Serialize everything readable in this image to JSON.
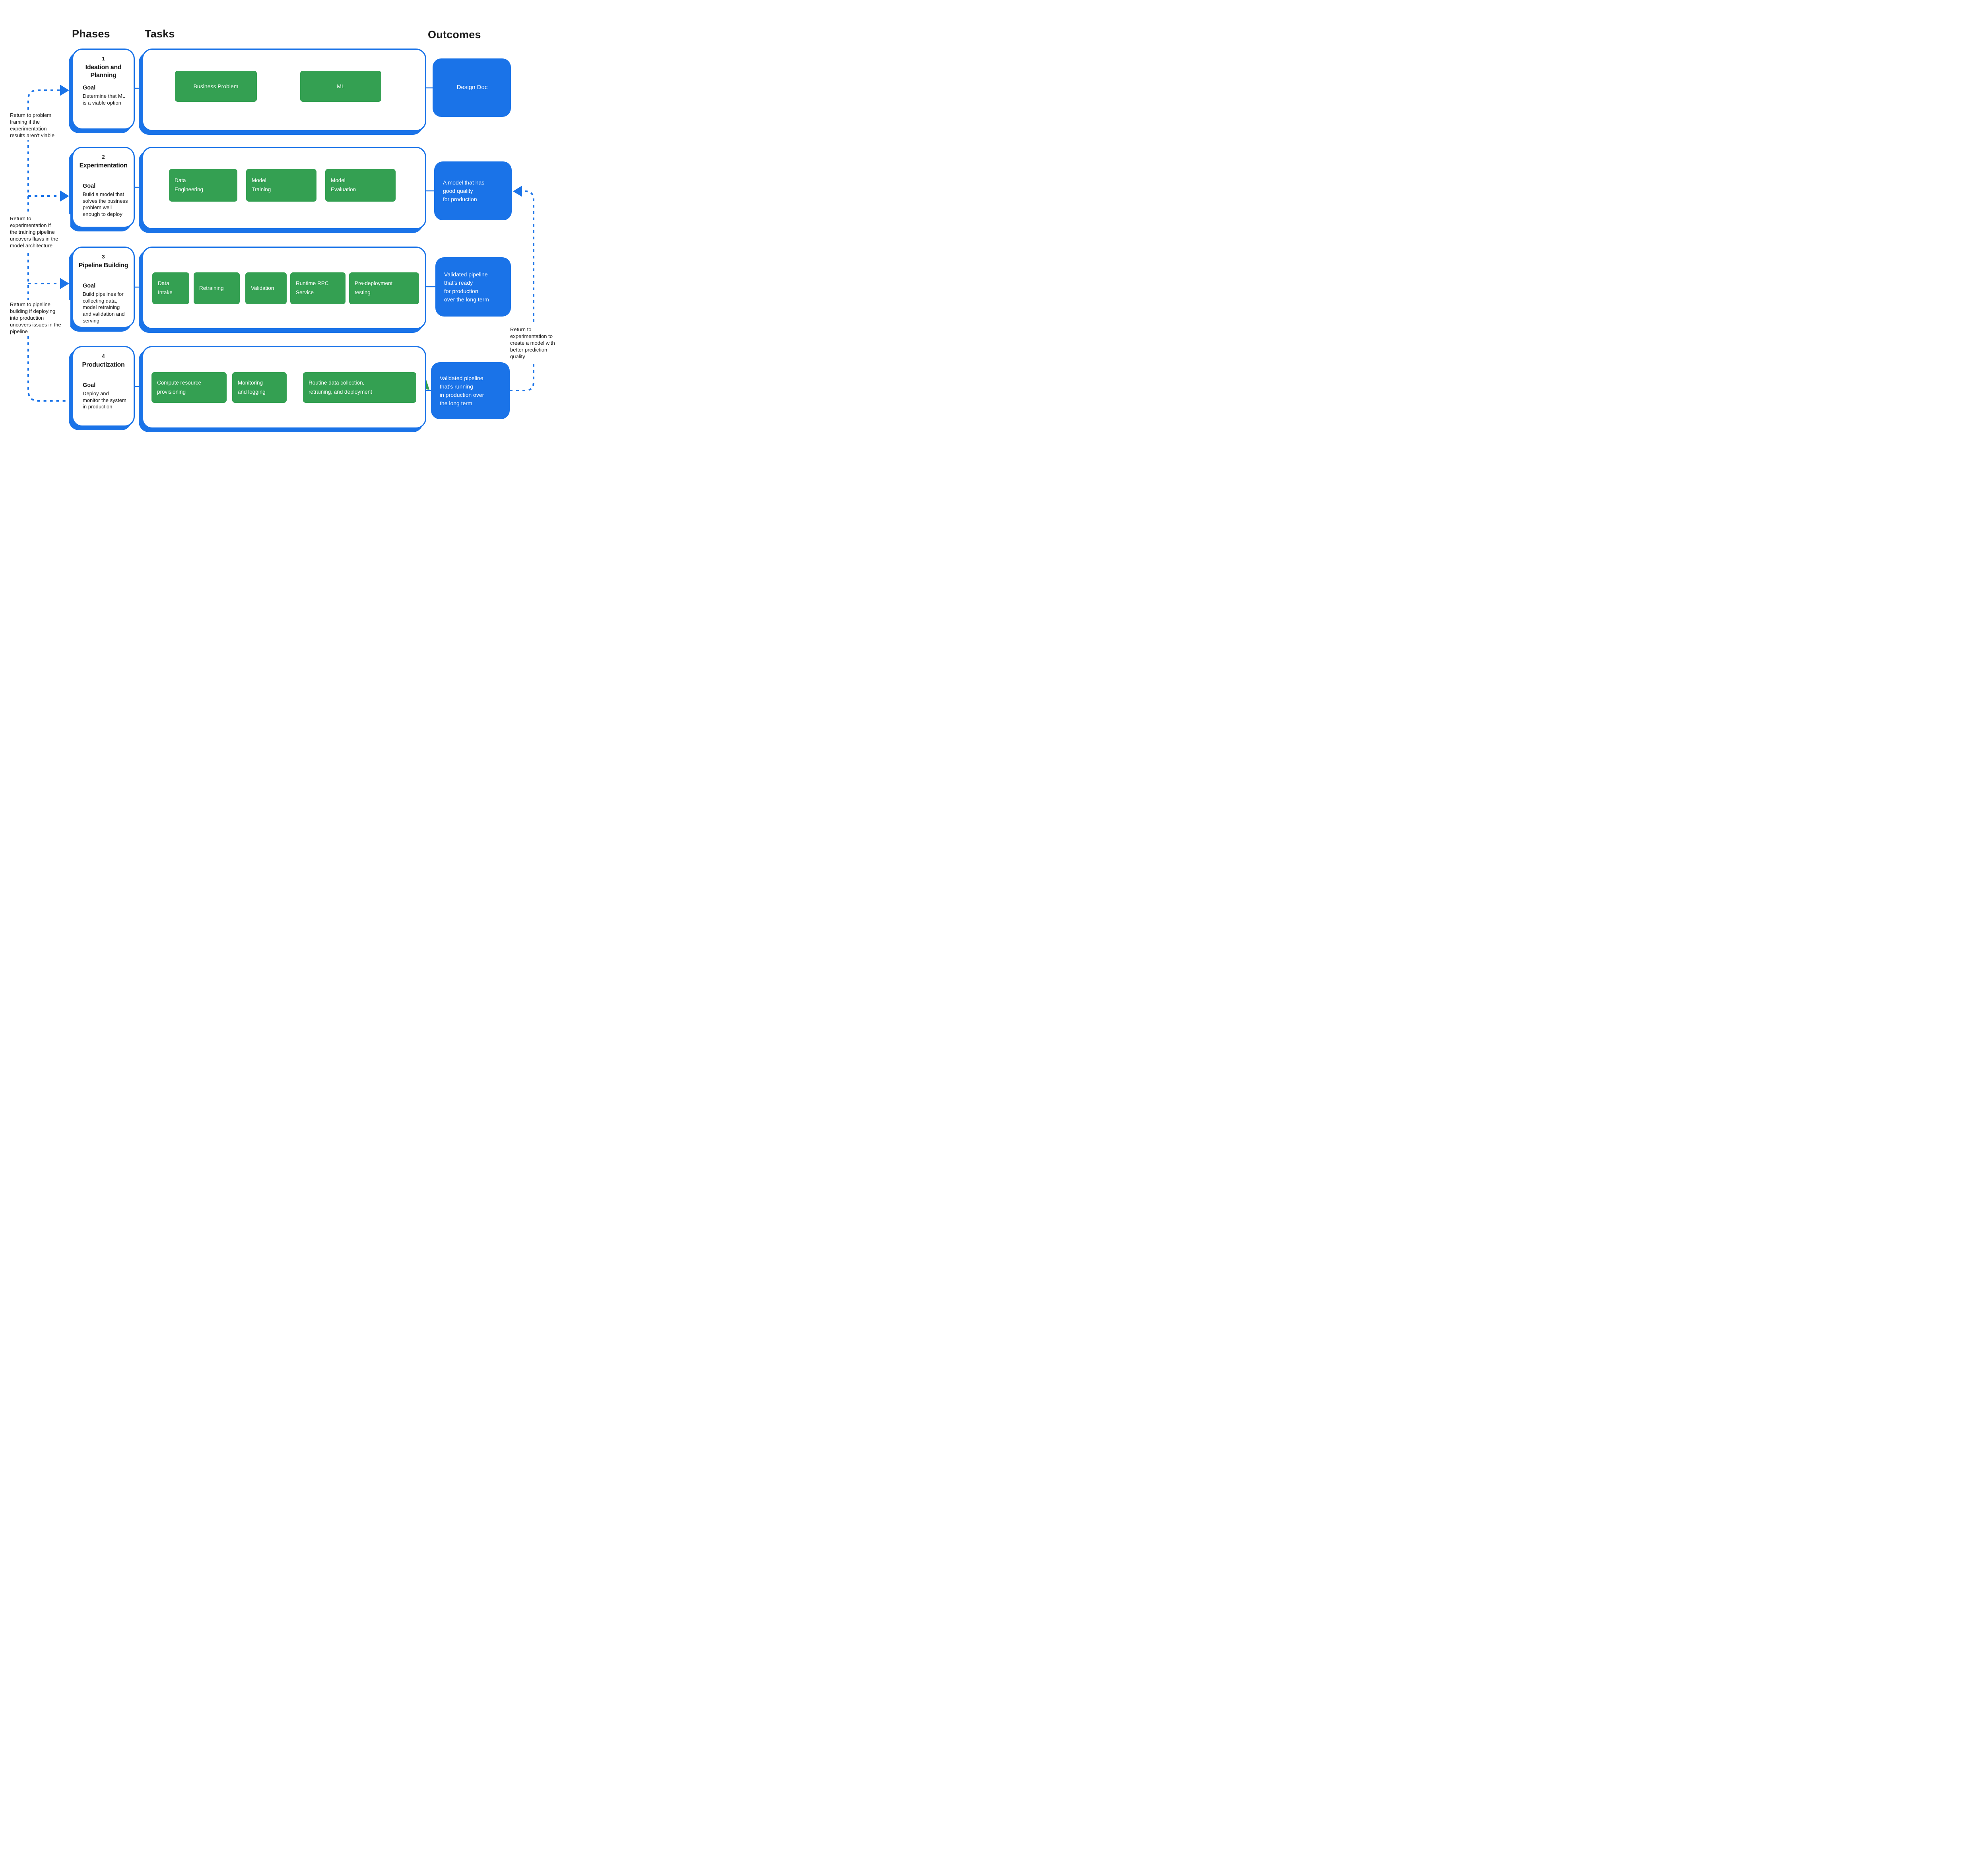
{
  "colors": {
    "blue": "#1A73E8",
    "green": "#34A052",
    "ink": "#1B1B1B"
  },
  "headers": {
    "phases": "Phases",
    "tasks": "Tasks",
    "outcomes": "Outcomes"
  },
  "phases": [
    {
      "number": "1",
      "title": "Ideation and\nPlanning",
      "goal_label": "Goal",
      "goal": "Determine that ML\nis a viable option",
      "tasks": [
        "Business Problem",
        "ML"
      ],
      "outcome": "Design Doc"
    },
    {
      "number": "2",
      "title": "Experimentation",
      "goal_label": "Goal",
      "goal": "Build a model that\nsolves the business\nproblem well\nenough to deploy",
      "tasks": [
        "Data\nEngineering",
        "Model\nTraining",
        "Model\nEvaluation"
      ],
      "outcome": "A model that has\ngood quality\nfor production"
    },
    {
      "number": "3",
      "title": "Pipeline Building",
      "goal_label": "Goal",
      "goal": "Build pipelines for\ncollecting data,\nmodel retraining\nand validation and\nserving",
      "tasks": [
        "Data\nIntake",
        "Retraining",
        "Validation",
        "Runtime RPC\nService",
        "Pre-deployment\ntesting"
      ],
      "outcome": "Validated pipeline\nthat’s ready\nfor production\nover the long term"
    },
    {
      "number": "4",
      "title": "Productization",
      "goal_label": "Goal",
      "goal": "Deploy and\nmonitor the system\nin production",
      "tasks": [
        "Compute  resource\nprovisioning",
        "Monitoring\nand logging",
        "Routine data collection,\nretraining, and deployment"
      ],
      "outcome": "Validated pipeline\nthat’s running\nin production over\nthe long term"
    }
  ],
  "annotations": {
    "left": [
      "Return to problem\nframing if the\nexperimentation\nresults aren’t viable",
      "Return to\nexperimentation if\nthe training pipeline\nuncovers flaws in the\nmodel architecture",
      "Return to pipeline\nbuilding if deploying\ninto production\nuncovers issues in the\npipeline"
    ],
    "right": "Return to\nexperimentation to\ncreate a model with\nbetter prediction\nquality"
  }
}
